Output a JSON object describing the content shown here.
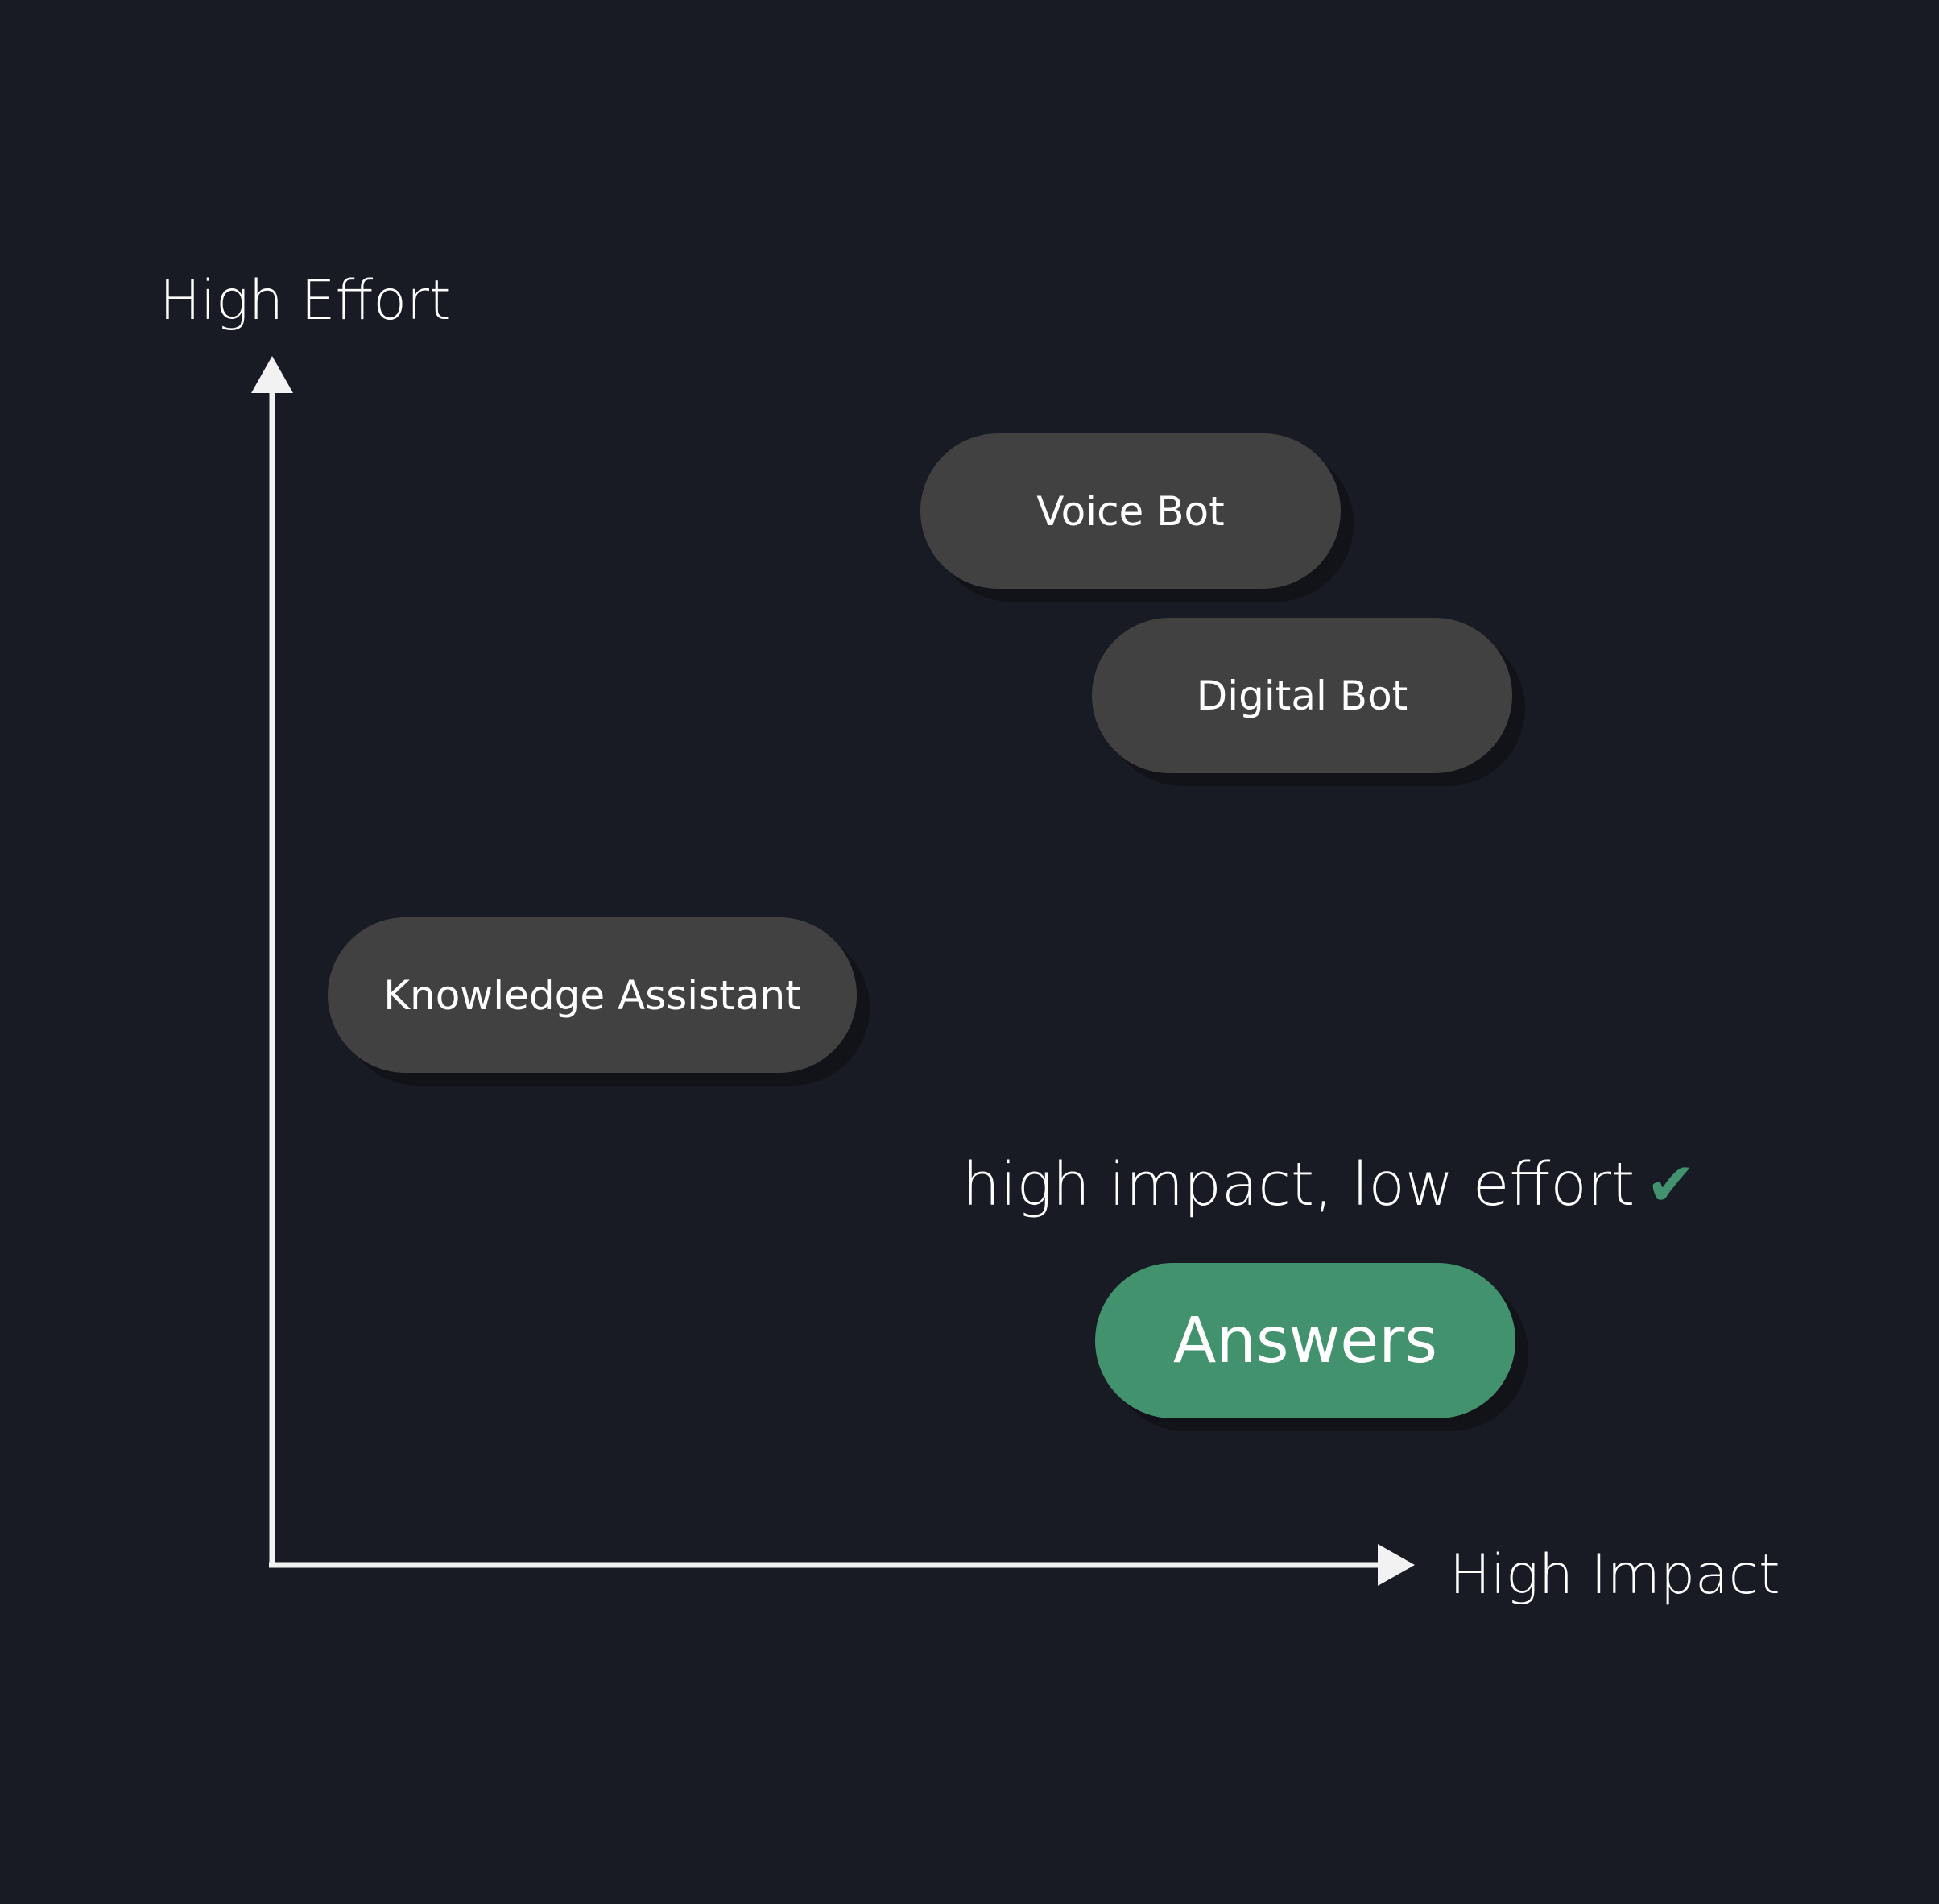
{
  "axes": {
    "y_label": "High Effort",
    "x_label": "High Impact"
  },
  "items": {
    "voice_bot": "Voice Bot",
    "digital_bot": "Digital Bot",
    "knowledge_assistant": "Knowledge Assistant",
    "answers": "Answers"
  },
  "callout": {
    "text": "high impact, low effort",
    "icon": "check-icon",
    "icon_glyph": "✔"
  },
  "colors": {
    "background": "#181b23",
    "pill": "#414141",
    "highlight": "#43926e",
    "axis": "#f2f2f2"
  }
}
